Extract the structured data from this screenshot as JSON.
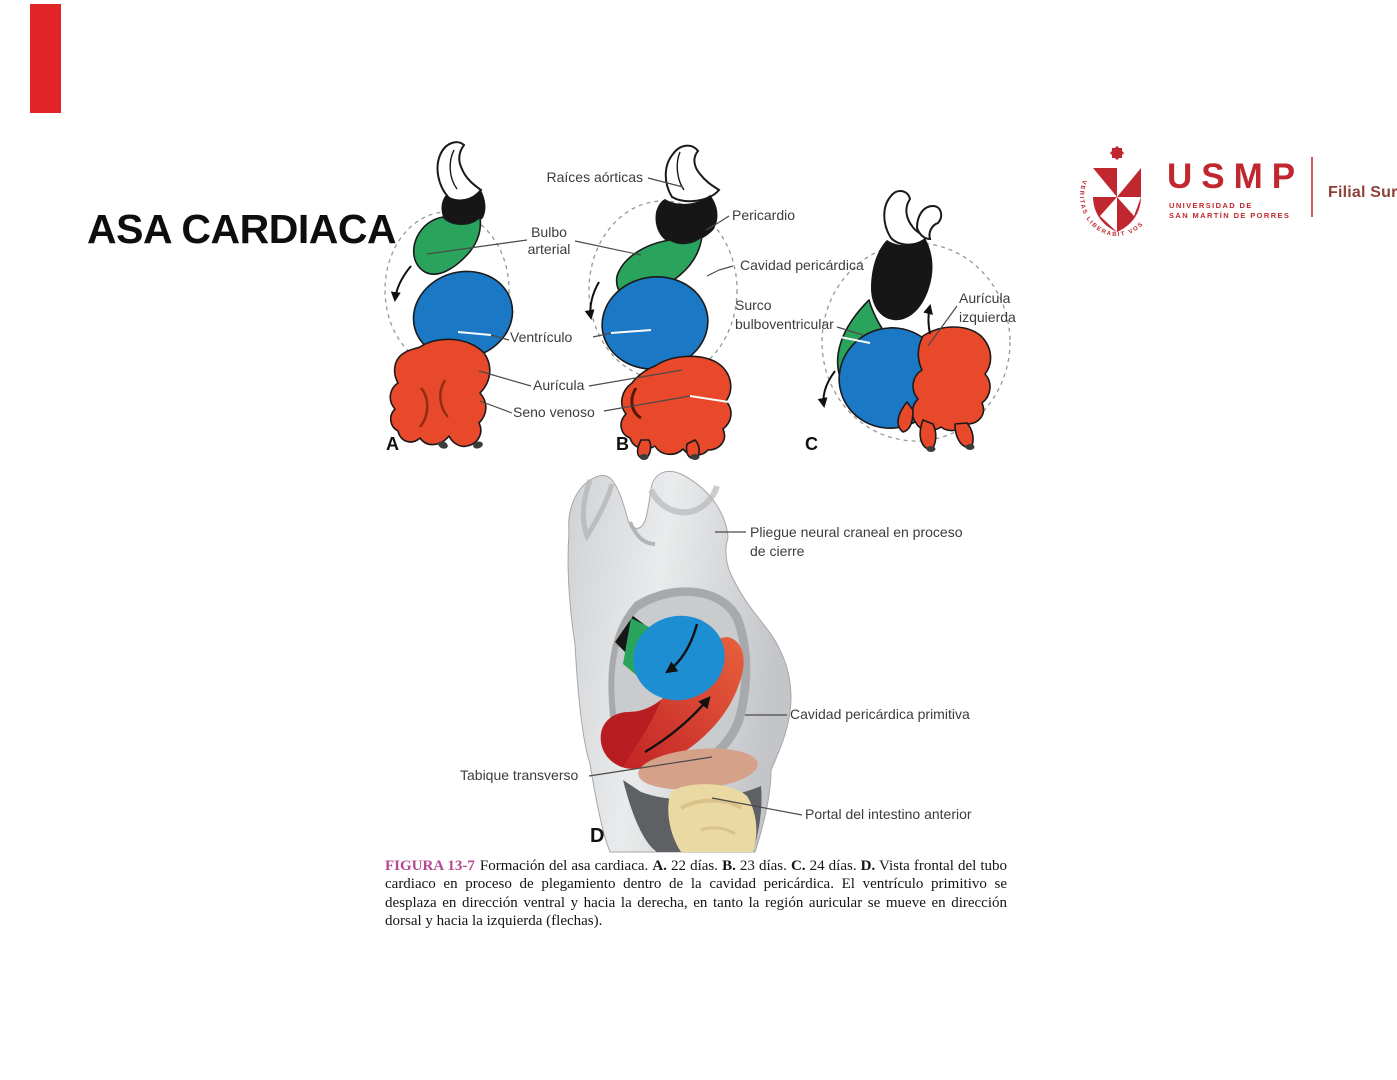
{
  "slide": {
    "title": "ASA CARDIACA",
    "accent_color": "#e02428"
  },
  "logo": {
    "acronym": "USMP",
    "university_line1": "UNIVERSIDAD DE",
    "university_line2": "SAN MARTÍN DE PORRES",
    "branch": "Filial Sur",
    "motto": "VERITAS LIBERABIT VOS",
    "colors": {
      "brand": "#c1272e",
      "branch_text": "#8d423b"
    }
  },
  "figure": {
    "panel_letters": [
      "A",
      "B",
      "C",
      "D"
    ],
    "labels": {
      "raices_aorticas": "Raíces aórticas",
      "bulbo_arterial": [
        "Bulbo",
        "arterial"
      ],
      "ventriculo": "Ventrículo",
      "auricula": "Aurícula",
      "seno_venoso": "Seno venoso",
      "pericardio": "Pericardio",
      "cavidad_pericardica": "Cavidad pericárdica",
      "surco_bulboventricular": [
        "Surco",
        "bulboventricular"
      ],
      "auricula_izquierda": [
        "Aurícula",
        "izquierda"
      ],
      "pliegue_neural": [
        "Pliegue neural craneal en proceso",
        "de cierre"
      ],
      "cavidad_pericardica_primitiva": "Cavidad pericárdica primitiva",
      "tabique_transverso": "Tabique transverso",
      "portal_intestino": "Portal del intestino anterior"
    },
    "caption": {
      "tag": "FIGURA 13-7",
      "tag_color": "#b5488e",
      "segments": [
        {
          "t": "Formación del asa cardiaca. "
        },
        {
          "t": "A.",
          "b": true
        },
        {
          "t": " 22 días. "
        },
        {
          "t": "B.",
          "b": true
        },
        {
          "t": " 23 días. "
        },
        {
          "t": "C.",
          "b": true
        },
        {
          "t": " 24 días. "
        },
        {
          "t": "D.",
          "b": true
        },
        {
          "t": " Vista frontal del tubo cardiaco en proceso de plegamiento dentro de la cavidad pericárdica. El ventrículo primitivo se desplaza en dirección ventral y hacia la derecha, en tanto la región auricular se mueve en dirección dorsal y hacia la izquierda (flechas)."
        }
      ]
    },
    "anatomy_colors": {
      "truncus_black": "#161616",
      "bulbus_green": "#2aa45c",
      "ventricle_blue": "#1b78c4",
      "atrium_red": "#e8492a",
      "ventricle_blue_d": "#1e8ed2",
      "atrium_red_dark": "#b51c20",
      "septum_salmon": "#d5a189",
      "foregut_yellow": "#ead9a2"
    }
  }
}
